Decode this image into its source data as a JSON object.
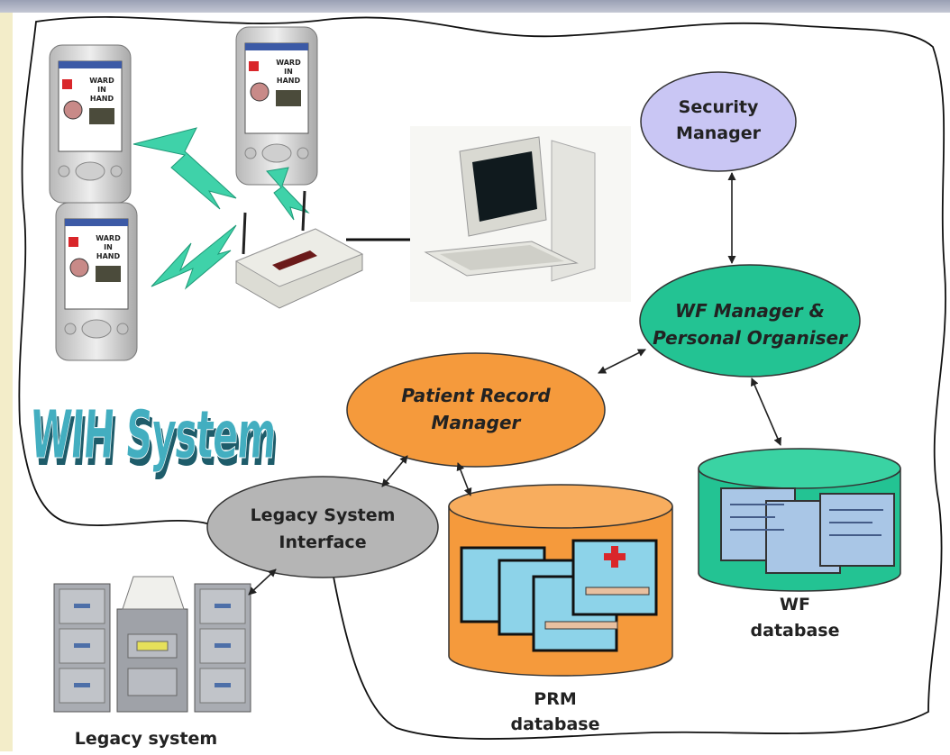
{
  "diagram": {
    "system_title": "WIH System",
    "handheld_screen_text": [
      "WARD",
      "IN",
      "HAND"
    ],
    "nodes": {
      "security_manager": [
        "Security",
        "Manager"
      ],
      "wf_manager": [
        "WF Manager &",
        "Personal Organiser"
      ],
      "patient_record_manager": [
        "Patient Record",
        "Manager"
      ],
      "legacy_interface": [
        "Legacy System",
        "Interface"
      ]
    },
    "databases": {
      "prm": [
        "PRM",
        "database"
      ],
      "wf": [
        "WF",
        "database"
      ]
    },
    "legacy_system_label": "Legacy system"
  },
  "colors": {
    "security_fill": "#c9c6f4",
    "wf_manager_fill": "#23c393",
    "patient_record_fill": "#f59a3c",
    "legacy_interface_fill": "#b5b5b5",
    "wifi_bolt": "#3fd2a9",
    "title_fill": "#43aec0",
    "left_strip": "#f3edc9"
  }
}
